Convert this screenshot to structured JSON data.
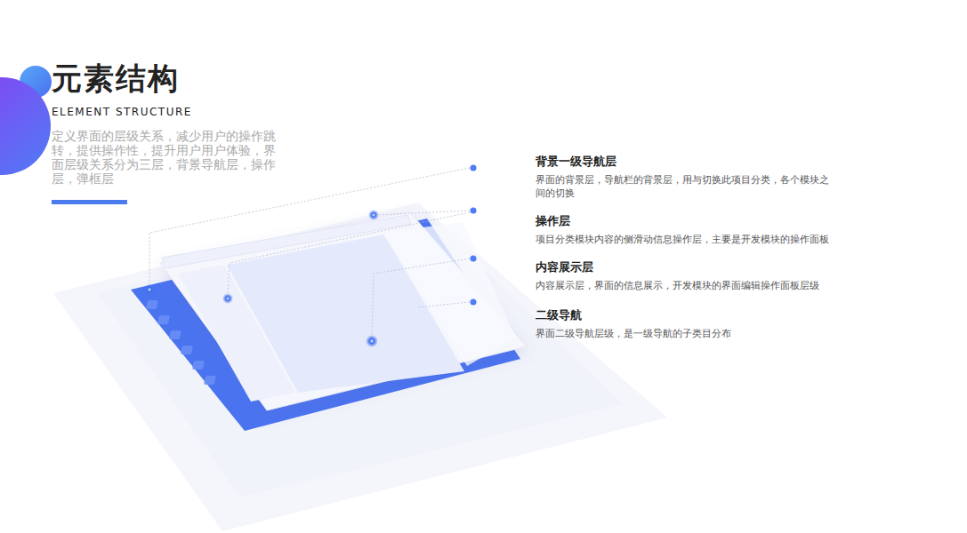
{
  "diagram": {
    "title": "元素结构",
    "nodes": [
      {
        "text": [
          "背景一级导航层",
          "界面的背景层，导航栏的背景层，用与切换此项目分类，各个模块之间的切换"
        ]
      },
      {
        "text": [
          "操作层",
          "项目分类模块内容的侧滑动信息操作层，主要是开发模块的操作面板"
        ]
      },
      {
        "text": [
          "内容展示层",
          "内容展示层，界面的信息展示，开发模块的界面编辑操作面板层级"
        ]
      },
      {
        "text": [
          "二级导航",
          "界面二级导航层级，是一级导航的子类目分布"
        ]
      }
    ],
    "labels": [
      "ELEMENT STRUCTURE",
      "定义界面的层级关系，减少用户的操作跳转，提供操作性，提升用户用户体验，界面层级关系分为三层，背景导航层，操作层，弹框层"
    ]
  }
}
